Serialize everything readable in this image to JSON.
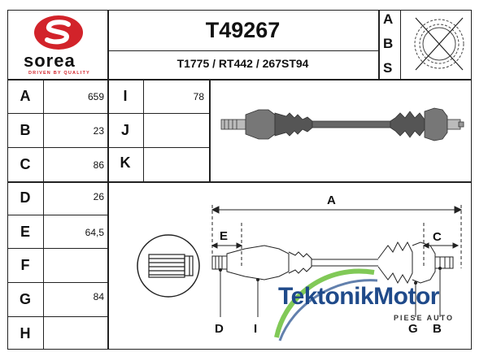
{
  "brand": {
    "name": "sorea",
    "tagline": "DRIVEN BY QUALITY",
    "color": "#d2232a"
  },
  "part": {
    "number": "T49267",
    "references": "T1775 / RT442 / 267ST94"
  },
  "abs_column": {
    "letters": [
      "A",
      "B",
      "S"
    ]
  },
  "dimensions": [
    {
      "letter": "A",
      "value": "659"
    },
    {
      "letter": "B",
      "value": "23"
    },
    {
      "letter": "C",
      "value": "86"
    },
    {
      "letter": "D",
      "value": "26"
    },
    {
      "letter": "E",
      "value": "64,5"
    },
    {
      "letter": "F",
      "value": ""
    },
    {
      "letter": "G",
      "value": "84"
    },
    {
      "letter": "H",
      "value": ""
    }
  ],
  "dimensions2": [
    {
      "letter": "I",
      "value": "78"
    },
    {
      "letter": "J",
      "value": ""
    },
    {
      "letter": "K",
      "value": ""
    }
  ],
  "drawing_labels": {
    "A": "A",
    "E": "E",
    "C": "C",
    "D": "D",
    "I": "I",
    "G": "G",
    "B": "B"
  },
  "watermark": {
    "name_part1": "Tektonik",
    "name_part2": "Motor",
    "subtitle": "PIESE AUTO",
    "color1": "#1f4a8a",
    "color2": "#1f4a8a"
  }
}
